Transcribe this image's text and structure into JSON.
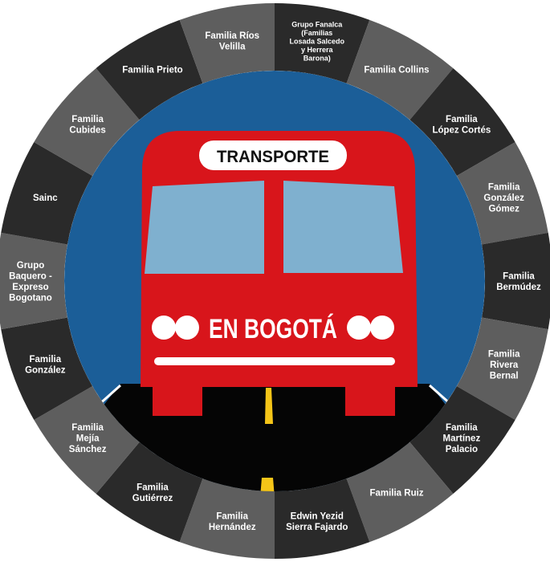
{
  "title": {
    "top": "TRANSPORTE",
    "bottom": "EN BOGOTÁ"
  },
  "colors": {
    "dark": "#2a2a2a",
    "light": "#5e5e5e",
    "sky": "#1b5e98",
    "bus": "#d8151b",
    "window": "#7fb0cf",
    "road": "#050505",
    "line": "#f5c518"
  },
  "segments": [
    {
      "label": "Grupo Fanalca (Familias Losada Salcedo y Herrera Barona)",
      "lines": [
        "Grupo Fanalca",
        "(Familias",
        "Losada Salcedo",
        "y Herrera",
        "Barona)"
      ]
    },
    {
      "label": "Familia Collins",
      "lines": [
        "Familia Collins"
      ]
    },
    {
      "label": "Familia López Cortés",
      "lines": [
        "Familia",
        "López Cortés"
      ]
    },
    {
      "label": "Familia González Gómez",
      "lines": [
        "Familia",
        "González",
        "Gómez"
      ]
    },
    {
      "label": "Familia Bermúdez",
      "lines": [
        "Familia",
        "Bermúdez"
      ]
    },
    {
      "label": "Familia Rivera Bernal",
      "lines": [
        "Familia",
        "Rivera",
        "Bernal"
      ]
    },
    {
      "label": "Familia Martínez Palacio",
      "lines": [
        "Familia",
        "Martínez",
        "Palacio"
      ]
    },
    {
      "label": "Familia Ruiz",
      "lines": [
        "Familia Ruiz"
      ]
    },
    {
      "label": "Edwin Yezid Sierra Fajardo",
      "lines": [
        "Edwin Yezid",
        "Sierra Fajardo"
      ]
    },
    {
      "label": "Familia Hernández",
      "lines": [
        "Familia",
        "Hernández"
      ]
    },
    {
      "label": "Familia Gutiérrez",
      "lines": [
        "Familia",
        "Gutiérrez"
      ]
    },
    {
      "label": "Familia Mejía Sánchez",
      "lines": [
        "Familia",
        "Mejía",
        "Sánchez"
      ]
    },
    {
      "label": "Familia González",
      "lines": [
        "Familia",
        "González"
      ]
    },
    {
      "label": "Grupo Baquero - Expreso Bogotano",
      "lines": [
        "Grupo",
        "Baquero -",
        "Expreso",
        "Bogotano"
      ]
    },
    {
      "label": "Sainc",
      "lines": [
        "Sainc"
      ]
    },
    {
      "label": "Familia Cubides",
      "lines": [
        "Familia",
        "Cubides"
      ]
    },
    {
      "label": "Familia Prieto",
      "lines": [
        "Familia Prieto"
      ]
    },
    {
      "label": "Familia Ríos Velilla",
      "lines": [
        "Familia Ríos",
        "Velilla"
      ]
    }
  ]
}
